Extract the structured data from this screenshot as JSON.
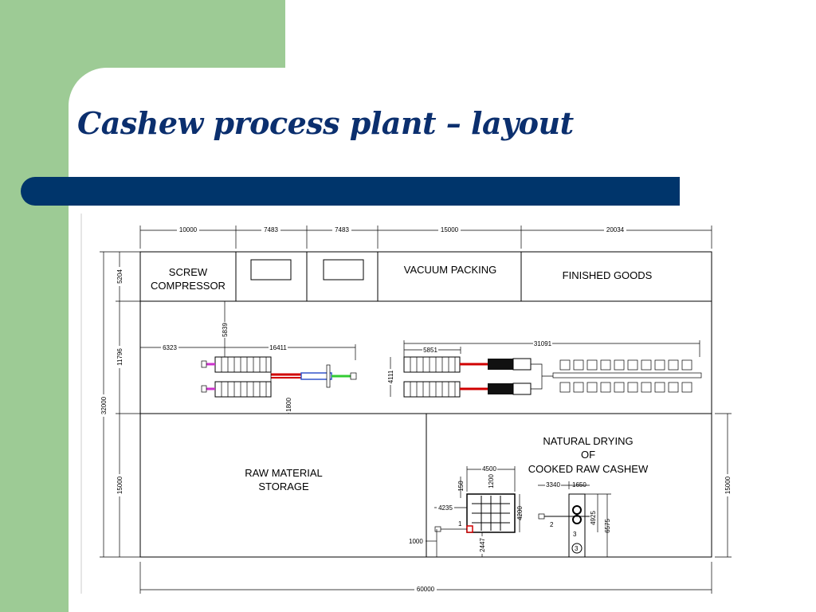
{
  "slide": {
    "title": "Cashew process plant  – layout",
    "colors": {
      "green_panel": "#9dcb95",
      "title_bar": "#00356b",
      "title_text": "#0b2f6e",
      "pipe_red": "#d00000",
      "pipe_magenta": "#cc33cc",
      "pipe_green": "#33cc33",
      "pipe_blue": "#3355cc"
    }
  },
  "layout": {
    "top_dims": {
      "d1": "10000",
      "d2": "7483",
      "d3": "7483",
      "d4": "15000",
      "d5": "20034"
    },
    "bottom_dim": "60000",
    "left_dims": {
      "overall": "32000",
      "row1": "5204",
      "row2": "11796",
      "row3": "15000"
    },
    "right_dim": "15000",
    "rooms": {
      "screw_line1": "SCREW",
      "screw_line2": "COMPRESSOR",
      "vacuum_packing": "VACUUM PACKING",
      "finished_goods": "FINISHED GOODS",
      "raw_line1": "RAW MATERIAL",
      "raw_line2": "STORAGE",
      "drying_line1": "NATURAL DRYING",
      "drying_line2": "OF",
      "drying_line3": "COOKED RAW CASHEW"
    },
    "middle_dims": {
      "d6323": "6323",
      "d16411": "16411",
      "d5839": "5839",
      "d1800": "1800",
      "d5851": "5851",
      "d31091": "31091",
      "d4111": "4111"
    },
    "lower_dims": {
      "d4500": "4500",
      "d150": "150",
      "d1200": "1200",
      "d4235": "4235",
      "d4200": "4200",
      "d1000": "1000",
      "d2447": "2447",
      "d3340": "3340",
      "d1650": "1650",
      "d4925": "4925",
      "d6575": "6575"
    },
    "markers": {
      "m1": "1",
      "m2": "2",
      "m3a": "3",
      "m3b": "3"
    }
  }
}
